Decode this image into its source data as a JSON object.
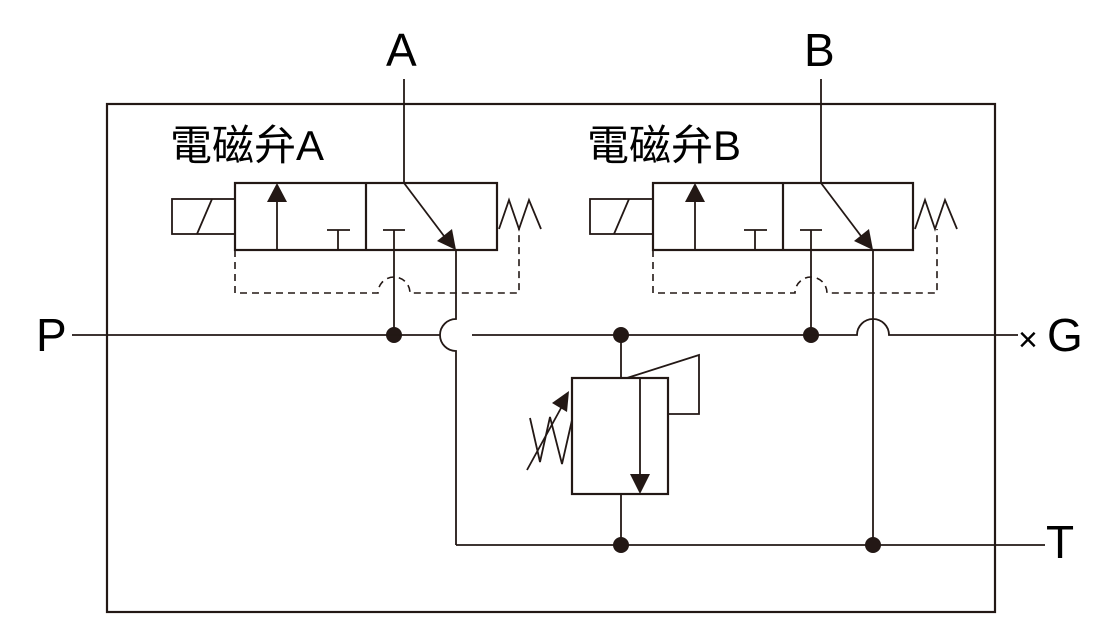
{
  "diagram": {
    "type": "hydraulic-circuit",
    "ports": {
      "A": "A",
      "B": "B",
      "P": "P",
      "G": "G",
      "T": "T"
    },
    "valves": [
      {
        "id": "solenoid-valve-a",
        "label": "電磁弁A"
      },
      {
        "id": "solenoid-valve-b",
        "label": "電磁弁B"
      }
    ],
    "relief_valve": {
      "id": "pressure-relief-valve"
    },
    "gauge_port_marker": "×",
    "colors": {
      "line": "#231815",
      "background": "#ffffff"
    }
  }
}
